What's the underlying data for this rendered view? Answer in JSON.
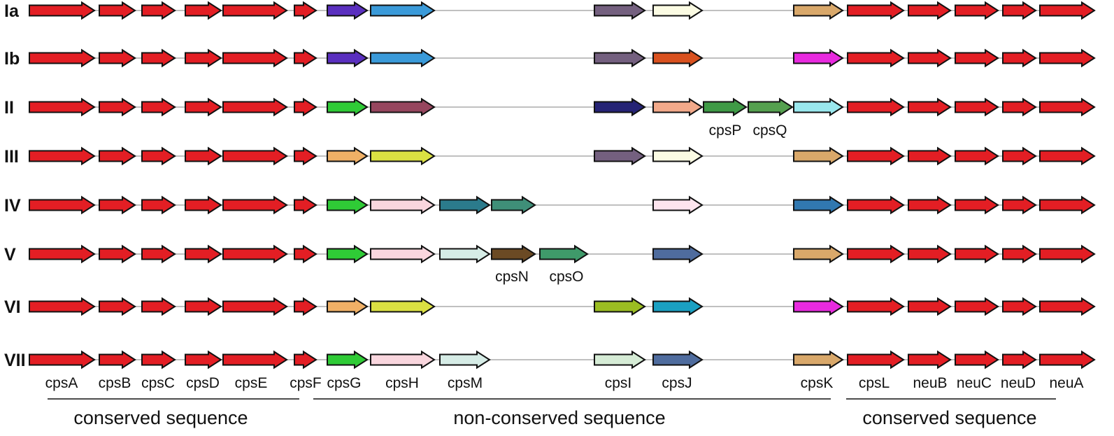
{
  "palette": {
    "conserved": "#e31e24",
    "backbone": "#c0c0c0"
  },
  "rows": [
    {
      "label": "Ia",
      "genes": [
        {
          "id": "cpsA",
          "color": "#e31e24"
        },
        {
          "id": "cpsB",
          "color": "#e31e24"
        },
        {
          "id": "cpsC",
          "color": "#e31e24"
        },
        {
          "id": "cpsD",
          "color": "#e31e24"
        },
        {
          "id": "cpsE",
          "color": "#e31e24"
        },
        {
          "id": "cpsF",
          "color": "#e31e24"
        },
        {
          "id": "cpsG",
          "color": "#5a2fbf"
        },
        {
          "id": "cpsH",
          "color": "#3a9ad9"
        },
        {
          "id": "cpsI",
          "color": "#74607f"
        },
        {
          "id": "cpsJ",
          "color": "#fbfbe3"
        },
        {
          "id": "cpsK",
          "color": "#d9a86a"
        },
        {
          "id": "cpsL",
          "color": "#e31e24"
        },
        {
          "id": "neuB",
          "color": "#e31e24"
        },
        {
          "id": "neuC",
          "color": "#e31e24"
        },
        {
          "id": "neuD",
          "color": "#e31e24"
        },
        {
          "id": "neuA",
          "color": "#e31e24"
        }
      ]
    },
    {
      "label": "Ib",
      "genes": [
        {
          "id": "cpsA",
          "color": "#e31e24"
        },
        {
          "id": "cpsB",
          "color": "#e31e24"
        },
        {
          "id": "cpsC",
          "color": "#e31e24"
        },
        {
          "id": "cpsD",
          "color": "#e31e24"
        },
        {
          "id": "cpsE",
          "color": "#e31e24"
        },
        {
          "id": "cpsF",
          "color": "#e31e24"
        },
        {
          "id": "cpsG",
          "color": "#5a2fbf"
        },
        {
          "id": "cpsH",
          "color": "#3a9ad9"
        },
        {
          "id": "cpsI",
          "color": "#74607f"
        },
        {
          "id": "cpsJ",
          "color": "#d9511f"
        },
        {
          "id": "cpsK",
          "color": "#e82adf"
        },
        {
          "id": "cpsL",
          "color": "#e31e24"
        },
        {
          "id": "neuB",
          "color": "#e31e24"
        },
        {
          "id": "neuC",
          "color": "#e31e24"
        },
        {
          "id": "neuD",
          "color": "#e31e24"
        },
        {
          "id": "neuA",
          "color": "#e31e24"
        }
      ]
    },
    {
      "label": "II",
      "genes": [
        {
          "id": "cpsA",
          "color": "#e31e24"
        },
        {
          "id": "cpsB",
          "color": "#e31e24"
        },
        {
          "id": "cpsC",
          "color": "#e31e24"
        },
        {
          "id": "cpsD",
          "color": "#e31e24"
        },
        {
          "id": "cpsE",
          "color": "#e31e24"
        },
        {
          "id": "cpsF",
          "color": "#e31e24"
        },
        {
          "id": "cpsG",
          "color": "#2fcb36"
        },
        {
          "id": "cpsH",
          "color": "#96465e"
        },
        {
          "id": "cpsI",
          "color": "#252375"
        },
        {
          "id": "cpsJ",
          "color": "#f2a98a"
        },
        {
          "id": "cpsP",
          "color": "#3f9a46"
        },
        {
          "id": "cpsQ",
          "color": "#55a04f"
        },
        {
          "id": "cpsK",
          "color": "#9ae8ee"
        },
        {
          "id": "cpsL",
          "color": "#e31e24"
        },
        {
          "id": "neuB",
          "color": "#e31e24"
        },
        {
          "id": "neuC",
          "color": "#e31e24"
        },
        {
          "id": "neuD",
          "color": "#e31e24"
        },
        {
          "id": "neuA",
          "color": "#e31e24"
        }
      ]
    },
    {
      "label": "III",
      "genes": [
        {
          "id": "cpsA",
          "color": "#e31e24"
        },
        {
          "id": "cpsB",
          "color": "#e31e24"
        },
        {
          "id": "cpsC",
          "color": "#e31e24"
        },
        {
          "id": "cpsD",
          "color": "#e31e24"
        },
        {
          "id": "cpsE",
          "color": "#e31e24"
        },
        {
          "id": "cpsF",
          "color": "#e31e24"
        },
        {
          "id": "cpsG",
          "color": "#f0b066"
        },
        {
          "id": "cpsH",
          "color": "#dbe042"
        },
        {
          "id": "cpsI",
          "color": "#74607f"
        },
        {
          "id": "cpsJ",
          "color": "#fbfbe3"
        },
        {
          "id": "cpsK",
          "color": "#d9a86a"
        },
        {
          "id": "cpsL",
          "color": "#e31e24"
        },
        {
          "id": "neuB",
          "color": "#e31e24"
        },
        {
          "id": "neuC",
          "color": "#e31e24"
        },
        {
          "id": "neuD",
          "color": "#e31e24"
        },
        {
          "id": "neuA",
          "color": "#e31e24"
        }
      ]
    },
    {
      "label": "IV",
      "genes": [
        {
          "id": "cpsA",
          "color": "#e31e24"
        },
        {
          "id": "cpsB",
          "color": "#e31e24"
        },
        {
          "id": "cpsC",
          "color": "#e31e24"
        },
        {
          "id": "cpsD",
          "color": "#e31e24"
        },
        {
          "id": "cpsE",
          "color": "#e31e24"
        },
        {
          "id": "cpsF",
          "color": "#e31e24"
        },
        {
          "id": "cpsG",
          "color": "#2fcb36"
        },
        {
          "id": "cpsH",
          "color": "#f9d6de"
        },
        {
          "id": "cpsM",
          "color": "#2b7b8c"
        },
        {
          "id": "cpsN",
          "color": "#3f8f78"
        },
        {
          "id": "cpsJ",
          "color": "#fde4ee"
        },
        {
          "id": "cpsK",
          "color": "#3178b0"
        },
        {
          "id": "cpsL",
          "color": "#e31e24"
        },
        {
          "id": "neuB",
          "color": "#e31e24"
        },
        {
          "id": "neuC",
          "color": "#e31e24"
        },
        {
          "id": "neuD",
          "color": "#e31e24"
        },
        {
          "id": "neuA",
          "color": "#e31e24"
        }
      ]
    },
    {
      "label": "V",
      "genes": [
        {
          "id": "cpsA",
          "color": "#e31e24"
        },
        {
          "id": "cpsB",
          "color": "#e31e24"
        },
        {
          "id": "cpsC",
          "color": "#e31e24"
        },
        {
          "id": "cpsD",
          "color": "#e31e24"
        },
        {
          "id": "cpsE",
          "color": "#e31e24"
        },
        {
          "id": "cpsF",
          "color": "#e31e24"
        },
        {
          "id": "cpsG",
          "color": "#2fcb36"
        },
        {
          "id": "cpsH",
          "color": "#f9d6de"
        },
        {
          "id": "cpsM",
          "color": "#d6ece6"
        },
        {
          "id": "cpsN",
          "color": "#6b4a24"
        },
        {
          "id": "cpsO",
          "color": "#3f9a6a"
        },
        {
          "id": "cpsJ",
          "color": "#4f6c9e"
        },
        {
          "id": "cpsK",
          "color": "#d9a86a"
        },
        {
          "id": "cpsL",
          "color": "#e31e24"
        },
        {
          "id": "neuB",
          "color": "#e31e24"
        },
        {
          "id": "neuC",
          "color": "#e31e24"
        },
        {
          "id": "neuD",
          "color": "#e31e24"
        },
        {
          "id": "neuA",
          "color": "#e31e24"
        }
      ]
    },
    {
      "label": "VI",
      "genes": [
        {
          "id": "cpsA",
          "color": "#e31e24"
        },
        {
          "id": "cpsB",
          "color": "#e31e24"
        },
        {
          "id": "cpsC",
          "color": "#e31e24"
        },
        {
          "id": "cpsD",
          "color": "#e31e24"
        },
        {
          "id": "cpsE",
          "color": "#e31e24"
        },
        {
          "id": "cpsF",
          "color": "#e31e24"
        },
        {
          "id": "cpsG",
          "color": "#f0b066"
        },
        {
          "id": "cpsH",
          "color": "#dbe042"
        },
        {
          "id": "cpsI",
          "color": "#9bbd22"
        },
        {
          "id": "cpsJ",
          "color": "#1aa0c2"
        },
        {
          "id": "cpsK",
          "color": "#e82adf"
        },
        {
          "id": "cpsL",
          "color": "#e31e24"
        },
        {
          "id": "neuB",
          "color": "#e31e24"
        },
        {
          "id": "neuC",
          "color": "#e31e24"
        },
        {
          "id": "neuD",
          "color": "#e31e24"
        },
        {
          "id": "neuA",
          "color": "#e31e24"
        }
      ]
    },
    {
      "label": "VII",
      "genes": [
        {
          "id": "cpsA",
          "color": "#e31e24"
        },
        {
          "id": "cpsB",
          "color": "#e31e24"
        },
        {
          "id": "cpsC",
          "color": "#e31e24"
        },
        {
          "id": "cpsD",
          "color": "#e31e24"
        },
        {
          "id": "cpsE",
          "color": "#e31e24"
        },
        {
          "id": "cpsF",
          "color": "#e31e24"
        },
        {
          "id": "cpsG",
          "color": "#2fcb36"
        },
        {
          "id": "cpsH",
          "color": "#f9d6de"
        },
        {
          "id": "cpsM",
          "color": "#d6ece6"
        },
        {
          "id": "cpsI",
          "color": "#d6ecd6"
        },
        {
          "id": "cpsJ",
          "color": "#4f6c9e"
        },
        {
          "id": "cpsK",
          "color": "#d9a86a"
        },
        {
          "id": "cpsL",
          "color": "#e31e24"
        },
        {
          "id": "neuB",
          "color": "#e31e24"
        },
        {
          "id": "neuC",
          "color": "#e31e24"
        },
        {
          "id": "neuD",
          "color": "#e31e24"
        },
        {
          "id": "neuA",
          "color": "#e31e24"
        }
      ]
    }
  ],
  "gene_labels": {
    "cpsA": "cpsA",
    "cpsB": "cpsB",
    "cpsC": "cpsC",
    "cpsD": "cpsD",
    "cpsE": "cpsE",
    "cpsF": "cpsF",
    "cpsG": "cpsG",
    "cpsH": "cpsH",
    "cpsM": "cpsM",
    "cpsI": "cpsI",
    "cpsJ": "cpsJ",
    "cpsK": "cpsK",
    "cpsL": "cpsL",
    "neuB": "neuB",
    "neuC": "neuC",
    "neuD": "neuD",
    "neuA": "neuA",
    "cpsP": "cpsP",
    "cpsQ": "cpsQ",
    "cpsN": "cpsN",
    "cpsO": "cpsO"
  },
  "sections": {
    "left": "conserved sequence",
    "middle": "non-conserved sequence",
    "right": "conserved sequence"
  }
}
